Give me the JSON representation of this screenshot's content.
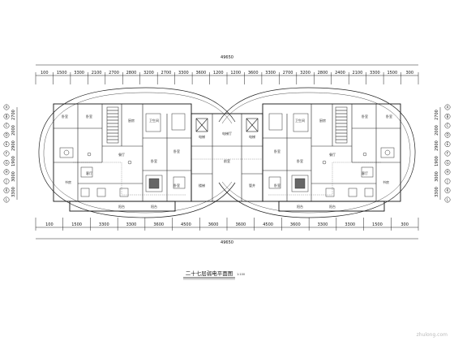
{
  "drawing": {
    "title": "二十七层弱电平面图",
    "scale_note": "1:100",
    "watermark": "zhulong.com",
    "total_dimension": "49650"
  },
  "top_dimensions": [
    "100",
    "1500",
    "3300",
    "2100",
    "2700",
    "2800",
    "3200",
    "2700",
    "3300",
    "3600",
    "1200",
    "1200",
    "3600",
    "3300",
    "2700",
    "3200",
    "2800",
    "2400",
    "2100",
    "3300",
    "1500",
    "300"
  ],
  "bottom_dimensions": [
    "100",
    "1500",
    "3300",
    "3300",
    "3600",
    "4500",
    "3600",
    "3600",
    "4500",
    "3600",
    "3300",
    "3300",
    "1500",
    "300"
  ],
  "left_axis_labels": [
    "A",
    "B",
    "C",
    "D",
    "E",
    "F",
    "G",
    "H",
    "J",
    "K",
    "L"
  ],
  "right_axis_labels": [
    "A",
    "B",
    "C",
    "D",
    "E",
    "F",
    "G",
    "H",
    "J",
    "K",
    "L"
  ],
  "left_dimensions": [
    "2700",
    "2000",
    "2900",
    "1900",
    "3000",
    "3300"
  ],
  "right_dimensions": [
    "2700",
    "2000",
    "2900",
    "1900",
    "3000",
    "3300"
  ],
  "room_labels": {
    "left": [
      "卧室",
      "卧室",
      "厨房",
      "餐厅",
      "客厅",
      "阳台",
      "卫生间",
      "书房",
      "卧室",
      "卧室",
      "阳台",
      "卧室"
    ],
    "center": [
      "电梯厅",
      "前室",
      "电梯",
      "电梯",
      "楼梯",
      "管井"
    ],
    "right": [
      "卧室",
      "卧室",
      "厨房",
      "餐厅",
      "客厅",
      "阳台",
      "卫生间",
      "书房",
      "卧室",
      "卧室",
      "阳台",
      "卧室"
    ]
  }
}
